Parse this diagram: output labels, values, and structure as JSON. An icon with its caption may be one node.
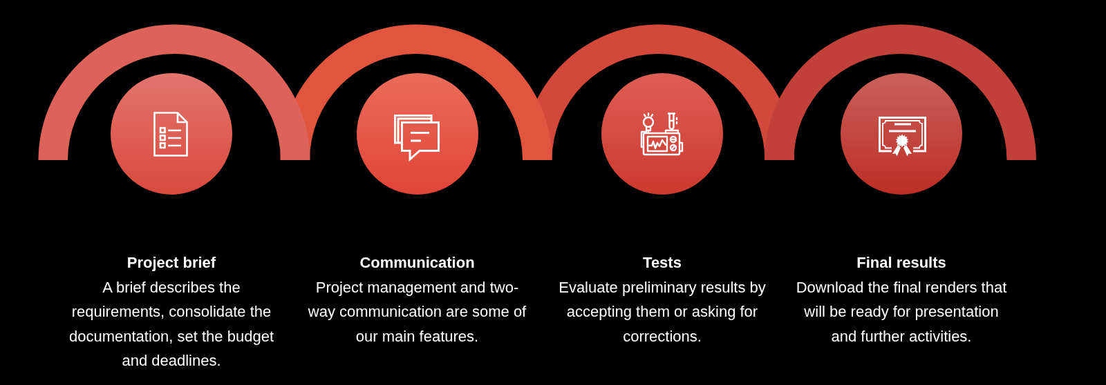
{
  "diagram": {
    "nodes": [
      {
        "text": [],
        "shape": "circle",
        "beside": [
          "Project brief",
          "A brief describes the requirements, consolidate the documentation, set the budget and deadlines."
        ]
      },
      {
        "text": [],
        "shape": "circle",
        "beside": [
          "Communication",
          "Project management and two-way communication are some of our main features."
        ]
      },
      {
        "text": [],
        "shape": "circle",
        "beside": [
          "Tests",
          "Evaluate preliminary results by accepting them or asking for corrections."
        ]
      },
      {
        "text": [],
        "shape": "circle",
        "beside": [
          "Final results",
          "Download the final renders that will be ready for presentation and further activities."
        ]
      }
    ]
  }
}
